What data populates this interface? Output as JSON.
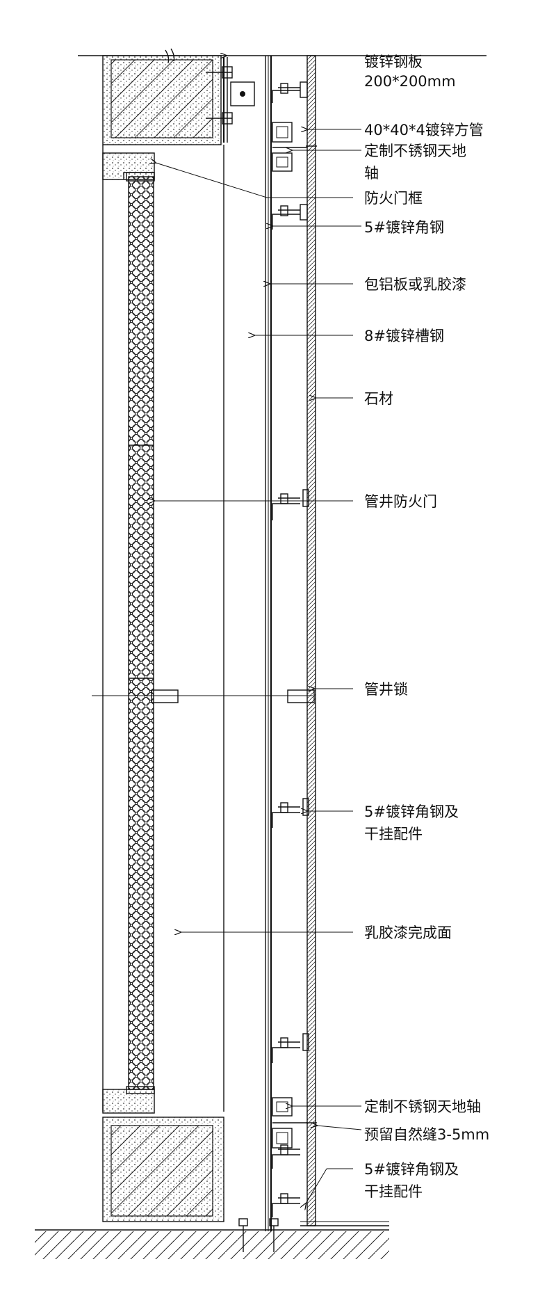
{
  "annotations": [
    {
      "id": "galv-steel-plate",
      "lines": [
        "镀锌钢板",
        "200*200mm"
      ]
    },
    {
      "id": "galv-square-tube",
      "lines": [
        "40*40*4镀锌方管"
      ]
    },
    {
      "id": "ss-pivot-top",
      "lines": [
        "定制不锈钢天地",
        "轴"
      ]
    },
    {
      "id": "fire-door-frame",
      "lines": [
        "防火门框"
      ]
    },
    {
      "id": "angle-steel-top",
      "lines": [
        "5#镀锌角钢"
      ]
    },
    {
      "id": "alu-panel-or-latex",
      "lines": [
        "包铝板或乳胶漆"
      ]
    },
    {
      "id": "channel-steel",
      "lines": [
        "8#镀锌槽钢"
      ]
    },
    {
      "id": "stone",
      "lines": [
        "石材"
      ]
    },
    {
      "id": "shaft-fire-door",
      "lines": [
        "管井防火门"
      ]
    },
    {
      "id": "shaft-lock",
      "lines": [
        "管井锁"
      ]
    },
    {
      "id": "angle-steel-hanger-mid",
      "lines": [
        "5#镀锌角钢及",
        "干挂配件"
      ]
    },
    {
      "id": "latex-finish",
      "lines": [
        "乳胶漆完成面"
      ]
    },
    {
      "id": "ss-pivot-bottom",
      "lines": [
        "定制不锈钢天地轴"
      ]
    },
    {
      "id": "natural-gap",
      "lines": [
        "预留自然缝3-5mm"
      ]
    },
    {
      "id": "angle-steel-hanger-bottom",
      "lines": [
        "5#镀锌角钢及",
        "干挂配件"
      ]
    }
  ]
}
